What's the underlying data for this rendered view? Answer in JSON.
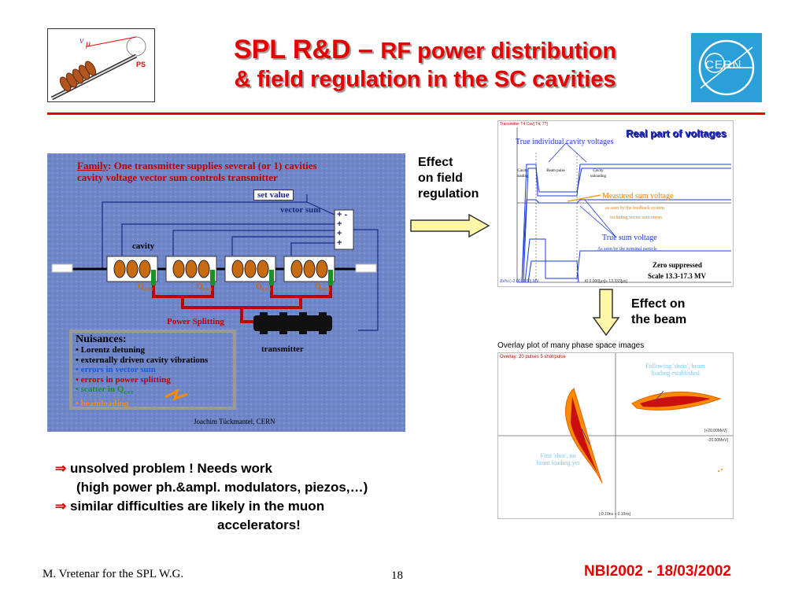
{
  "title": {
    "line1_main": "SPL R&D –",
    "line1_sub": "RF power distribution",
    "line2": "& field regulation in the SC cavities"
  },
  "logo_left": {
    "text": "PS",
    "text_color": "#e60000"
  },
  "logo_cern": {
    "text": "CERN",
    "color": "#2a9fd8"
  },
  "figure_main": {
    "family_label": "Family",
    "family_line1": ": One transmitter supplies several (or 1) cavities",
    "family_line2": "cavity voltage vector sum controls transmitter",
    "set_value": "set value",
    "vector_sum": "vector sum",
    "cavity": "cavity",
    "qext": "Q",
    "qext_sub": "EXT",
    "power_splitting": "Power Splitting",
    "transmitter": "transmitter",
    "nuisances_title": "Nuisances:",
    "nuisances": [
      "• Lorentz detuning",
      "• externally driven cavity vibrations",
      "• errors in vector sum",
      "• errors in power splitting",
      "• scatter in Q",
      "• beamloading"
    ],
    "scatter_sub": "EXT",
    "author": "Joachim Tückmantel, CERN",
    "bg_color": "#6f86c8"
  },
  "caption_field": {
    "l1": "Effect",
    "l2": "on field",
    "l3": "regulation"
  },
  "caption_beam": {
    "l1": "Effect on",
    "l2": "the beam"
  },
  "figure_voltages": {
    "header": "Transmitter T4 Cav[ T4, 7?]",
    "banner": "Real part of voltages",
    "true_individual": "True individual cavity voltages",
    "cavity_loading": "Cavity loading",
    "beam_pulse": "Beam pulse",
    "cavity_unloading": "Cavity unloading",
    "measured_sum": "Measured sum voltage",
    "measured_note1": "as seen by the feedback system",
    "measured_note2": "including vector sum errors",
    "true_sum": "True sum voltage",
    "true_sum_note": "As seen by the nominal particle",
    "zero_suppressed": "Zero suppressed",
    "scale": "Scale 13.3-17.3 MV",
    "axis_left": "ΔV/u (–2.00, 2.00) MV",
    "axis_right": "t0  0.000[μs]÷  13.333[μs]"
  },
  "figure_phase": {
    "title": "Overlay plot of many phase space images",
    "header": "Overlay:  20 pulses  5 shot/pulse",
    "following": "Following 'shots', beam",
    "following2": "loading established",
    "first": "First 'shot', no",
    "first2": "beam loading yet",
    "axis_top": "[+20.00MeV]",
    "axis_mid": "-20.00MeV]",
    "axis_bottom": "[-0.10ns  ÷  0.10ns]"
  },
  "bullets": [
    {
      "arrow": "⇒",
      "text": "unsolved problem ! Needs work"
    },
    {
      "arrow": "",
      "text": "(high power ph.&ampl. modulators, piezos,…)"
    },
    {
      "arrow": "⇒",
      "text": "similar difficulties are likely in the muon"
    },
    {
      "arrow": "",
      "text": "accelerators!"
    }
  ],
  "footer": {
    "author": "M. Vretenar for the SPL W.G.",
    "page": "18",
    "event": "NBI2002 - 18/03/2002"
  }
}
